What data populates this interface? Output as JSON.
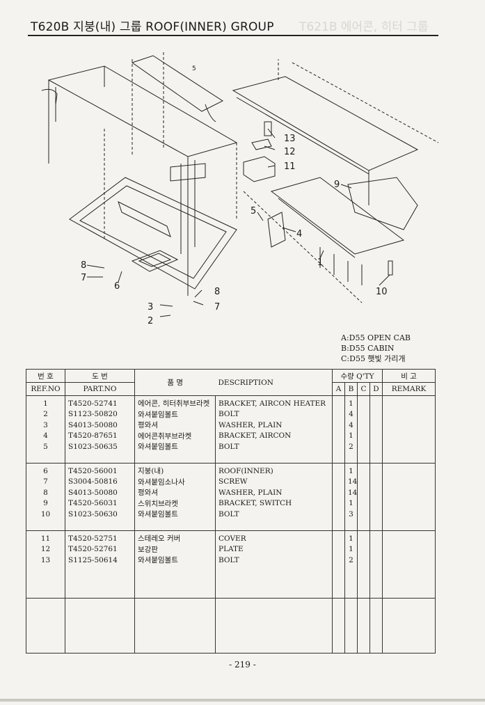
{
  "header": {
    "title": "T620B 지붕(내) 그룹 ROOF(INNER) GROUP"
  },
  "diagram": {
    "callouts": [
      {
        "id": "c1",
        "label": "1"
      },
      {
        "id": "c2",
        "label": "2"
      },
      {
        "id": "c3",
        "label": "3"
      },
      {
        "id": "c4",
        "label": "4"
      },
      {
        "id": "c5",
        "label": "5"
      },
      {
        "id": "c6",
        "label": "6"
      },
      {
        "id": "c7a",
        "label": "7"
      },
      {
        "id": "c7b",
        "label": "7"
      },
      {
        "id": "c8a",
        "label": "8"
      },
      {
        "id": "c8b",
        "label": "8"
      },
      {
        "id": "c9",
        "label": "9"
      },
      {
        "id": "c10",
        "label": "10"
      },
      {
        "id": "c11",
        "label": "11"
      },
      {
        "id": "c12",
        "label": "12"
      },
      {
        "id": "c13",
        "label": "13"
      },
      {
        "id": "c5top",
        "label": "5"
      }
    ]
  },
  "legend": {
    "lines": [
      "A:D55 OPEN CAB",
      "B:D55 CABIN",
      "C:D55 햇빛 가리개"
    ]
  },
  "table": {
    "headers": {
      "ref_kr": "번 호",
      "ref_en": "REF.NO",
      "part_kr": "도 번",
      "part_en": "PART.NO",
      "name_kr": "품 명",
      "desc": "DESCRIPTION",
      "qty": "수량 Q'TY",
      "a": "A",
      "b": "B",
      "c": "C",
      "d": "D",
      "remark_kr": "비 고",
      "remark_en": "REMARK"
    },
    "rows": [
      {
        "ref": "1",
        "part": "T4520-52741",
        "name": "에어콘, 히터취부브라켓",
        "desc": "BRACKET, AIRCON HEATER",
        "a": "",
        "b": "1",
        "c": "",
        "d": "",
        "remark": ""
      },
      {
        "ref": "2",
        "part": "S1123-50820",
        "name": "와셔붙임볼트",
        "desc": "BOLT",
        "a": "",
        "b": "4",
        "c": "",
        "d": "",
        "remark": ""
      },
      {
        "ref": "3",
        "part": "S4013-50080",
        "name": "평와셔",
        "desc": "WASHER, PLAIN",
        "a": "",
        "b": "4",
        "c": "",
        "d": "",
        "remark": ""
      },
      {
        "ref": "4",
        "part": "T4520-87651",
        "name": "에어콘취부브라켓",
        "desc": "BRACKET, AIRCON",
        "a": "",
        "b": "1",
        "c": "",
        "d": "",
        "remark": ""
      },
      {
        "ref": "5",
        "part": "S1023-50635",
        "name": "와셔붙임볼트",
        "desc": "BOLT",
        "a": "",
        "b": "2",
        "c": "",
        "d": "",
        "remark": ""
      },
      {
        "ref": "6",
        "part": "T4520-56001",
        "name": "지붕(내)",
        "desc": "ROOF(INNER)",
        "a": "",
        "b": "1",
        "c": "",
        "d": "",
        "remark": ""
      },
      {
        "ref": "7",
        "part": "S3004-50816",
        "name": "와셔붙임소나사",
        "desc": "SCREW",
        "a": "",
        "b": "14",
        "c": "",
        "d": "",
        "remark": ""
      },
      {
        "ref": "8",
        "part": "S4013-50080",
        "name": "평와셔",
        "desc": "WASHER, PLAIN",
        "a": "",
        "b": "14",
        "c": "",
        "d": "",
        "remark": ""
      },
      {
        "ref": "9",
        "part": "T4520-56031",
        "name": "스위치브라켓",
        "desc": "BRACKET, SWITCH",
        "a": "",
        "b": "1",
        "c": "",
        "d": "",
        "remark": ""
      },
      {
        "ref": "10",
        "part": "S1023-50630",
        "name": "와셔붙임볼트",
        "desc": "BOLT",
        "a": "",
        "b": "3",
        "c": "",
        "d": "",
        "remark": ""
      },
      {
        "ref": "11",
        "part": "T4520-52751",
        "name": "스테레오 커버",
        "desc": "COVER",
        "a": "",
        "b": "1",
        "c": "",
        "d": "",
        "remark": ""
      },
      {
        "ref": "12",
        "part": "T4520-52761",
        "name": "보강판",
        "desc": "PLATE",
        "a": "",
        "b": "1",
        "c": "",
        "d": "",
        "remark": ""
      },
      {
        "ref": "13",
        "part": "S1125-50614",
        "name": "와셔붙임볼트",
        "desc": "BOLT",
        "a": "",
        "b": "2",
        "c": "",
        "d": "",
        "remark": ""
      }
    ]
  },
  "footer": {
    "page_number": "- 219 -"
  }
}
